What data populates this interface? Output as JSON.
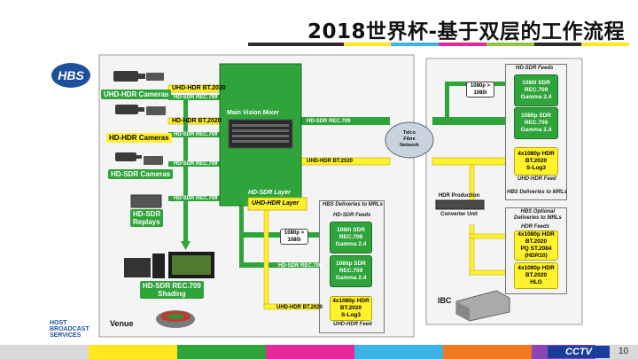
{
  "slide": {
    "title": "2018世界杯-基于双层的工作流程",
    "page_number": "10",
    "title_bar_colors": [
      "#2b2b2b",
      "#2b2b2b",
      "#ffe61e",
      "#3cb4e6",
      "#e6289b",
      "#8cc83c",
      "#2b2b2b",
      "#ffe61e"
    ],
    "footer_colors": [
      "#d9d9d9",
      "#ffe61e",
      "#2ea43a",
      "#e6289b",
      "#3cb4e6",
      "#f07820",
      "#8c46b4",
      "#d9d9d9"
    ],
    "footer_logo": "CCTV"
  },
  "logo": {
    "hbs_mark": "HBS",
    "host_line1": "HOST",
    "host_line2": "BROADCAST",
    "host_line3": "SERVICES"
  },
  "venue": {
    "uhd_cameras": "UHD-HDR Cameras",
    "hd_hdr_cameras": "HD-HDR Cameras",
    "hd_sdr_cameras": "HD-SDR Cameras",
    "replays": "HD-SDR\nReplays",
    "shading": "HD-SDR REC.709\nShading",
    "venue_label": "Venue",
    "line_uhd_hdr": "UHD-HDR BT.2020",
    "line_hd_sdr_1": "HD-SDR REC.709",
    "line_hd_hdr": "HD-HDR BT.2020",
    "line_hd_sdr_2": "HD-SDR REC.709",
    "line_hd_sdr_3": "HD-SDR REC.709",
    "line_hd_sdr_4": "HD-SDR REC.709"
  },
  "mixer": {
    "title": "Main Vision Mixer",
    "hd_sdr_layer": "HD-SDR Layer",
    "uhd_hdr_layer": "UHD-HDR Layer",
    "out_hd_sdr": "HD-SDR REC.709",
    "out_uhd_hdr": "UHD-HDR BT.2020"
  },
  "telco": {
    "label": "Telco\nFibre\nNetwork"
  },
  "venue_deliveries": {
    "frame_title": "HBS Deliveries to MRLs",
    "hd_sdr_feeds": "HD-SDR Feeds",
    "conv": "1080p >\n1080i",
    "feed1": "1080i SDR\nREC.709\nGamma 2.4",
    "feed2": "1080p SDR\nREC.709\nGamma 2.4",
    "feed3": "4x1080p HDR\nBT.2020\nS-Log3",
    "line_hd_sdr": "HD-SDR REC.709",
    "line_uhd_hdr": "UHD-HDR BT.2020",
    "uhd_hdr_feed": "UHD-HDR Feed"
  },
  "ibc": {
    "label": "IBC",
    "hd_sdr_feeds": "HD-SDR Feeds",
    "conv": "1080p >\n1080i",
    "feed1": "1080i SDR\nREC.709\nGamma 2.4",
    "feed2": "1080p SDR\nREC.709\nGamma 2.4",
    "feed3": "4x1080p HDR\nBT.2020\nS-Log3",
    "uhd_hdr_feed": "UHD-HDR Feed",
    "deliveries_title": "HBS Deliveries to MRLs",
    "hdr_production": "HDR Production",
    "converter_unit": "Converter Unit",
    "optional_title": "HBS Optional\nDeliveries to MRLs",
    "hdr_feeds": "HDR Feeds",
    "opt1": "4x1080p HDR\nBT.2020\nPQ ST.2084\n(HDR10)",
    "opt2": "4x1080p HDR\nBT.2020\nHLG"
  }
}
